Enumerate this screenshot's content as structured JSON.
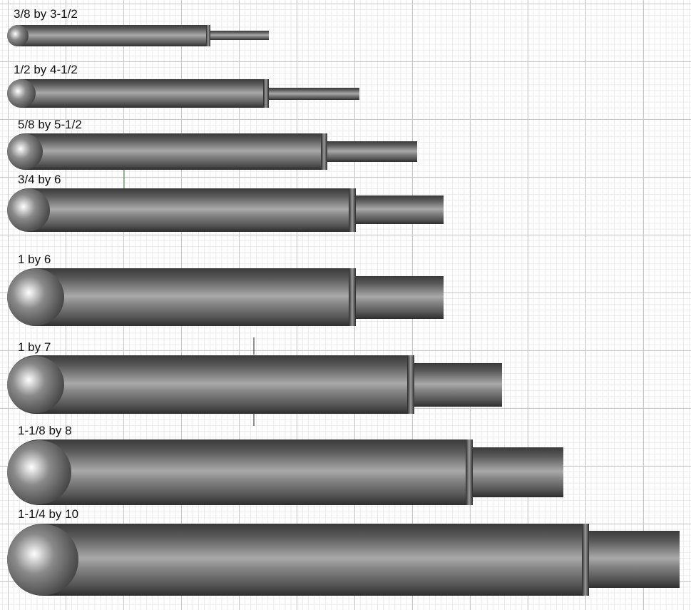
{
  "viewport": {
    "background": "#ffffff",
    "grid_major_color": "#c8c8c8",
    "grid_minor_color": "#ebebeb"
  },
  "rod_color": "#6f6f6f",
  "rods": [
    {
      "label": "3/8 by 3-1/2"
    },
    {
      "label": "1/2 by 4-1/2"
    },
    {
      "label": "5/8 by 5-1/2"
    },
    {
      "label": "3/4 by 6"
    },
    {
      "label": "1 by 6"
    },
    {
      "label": "1 by 7"
    },
    {
      "label": "1-1/8 by 8"
    },
    {
      "label": "1-1/4 by 10"
    }
  ]
}
